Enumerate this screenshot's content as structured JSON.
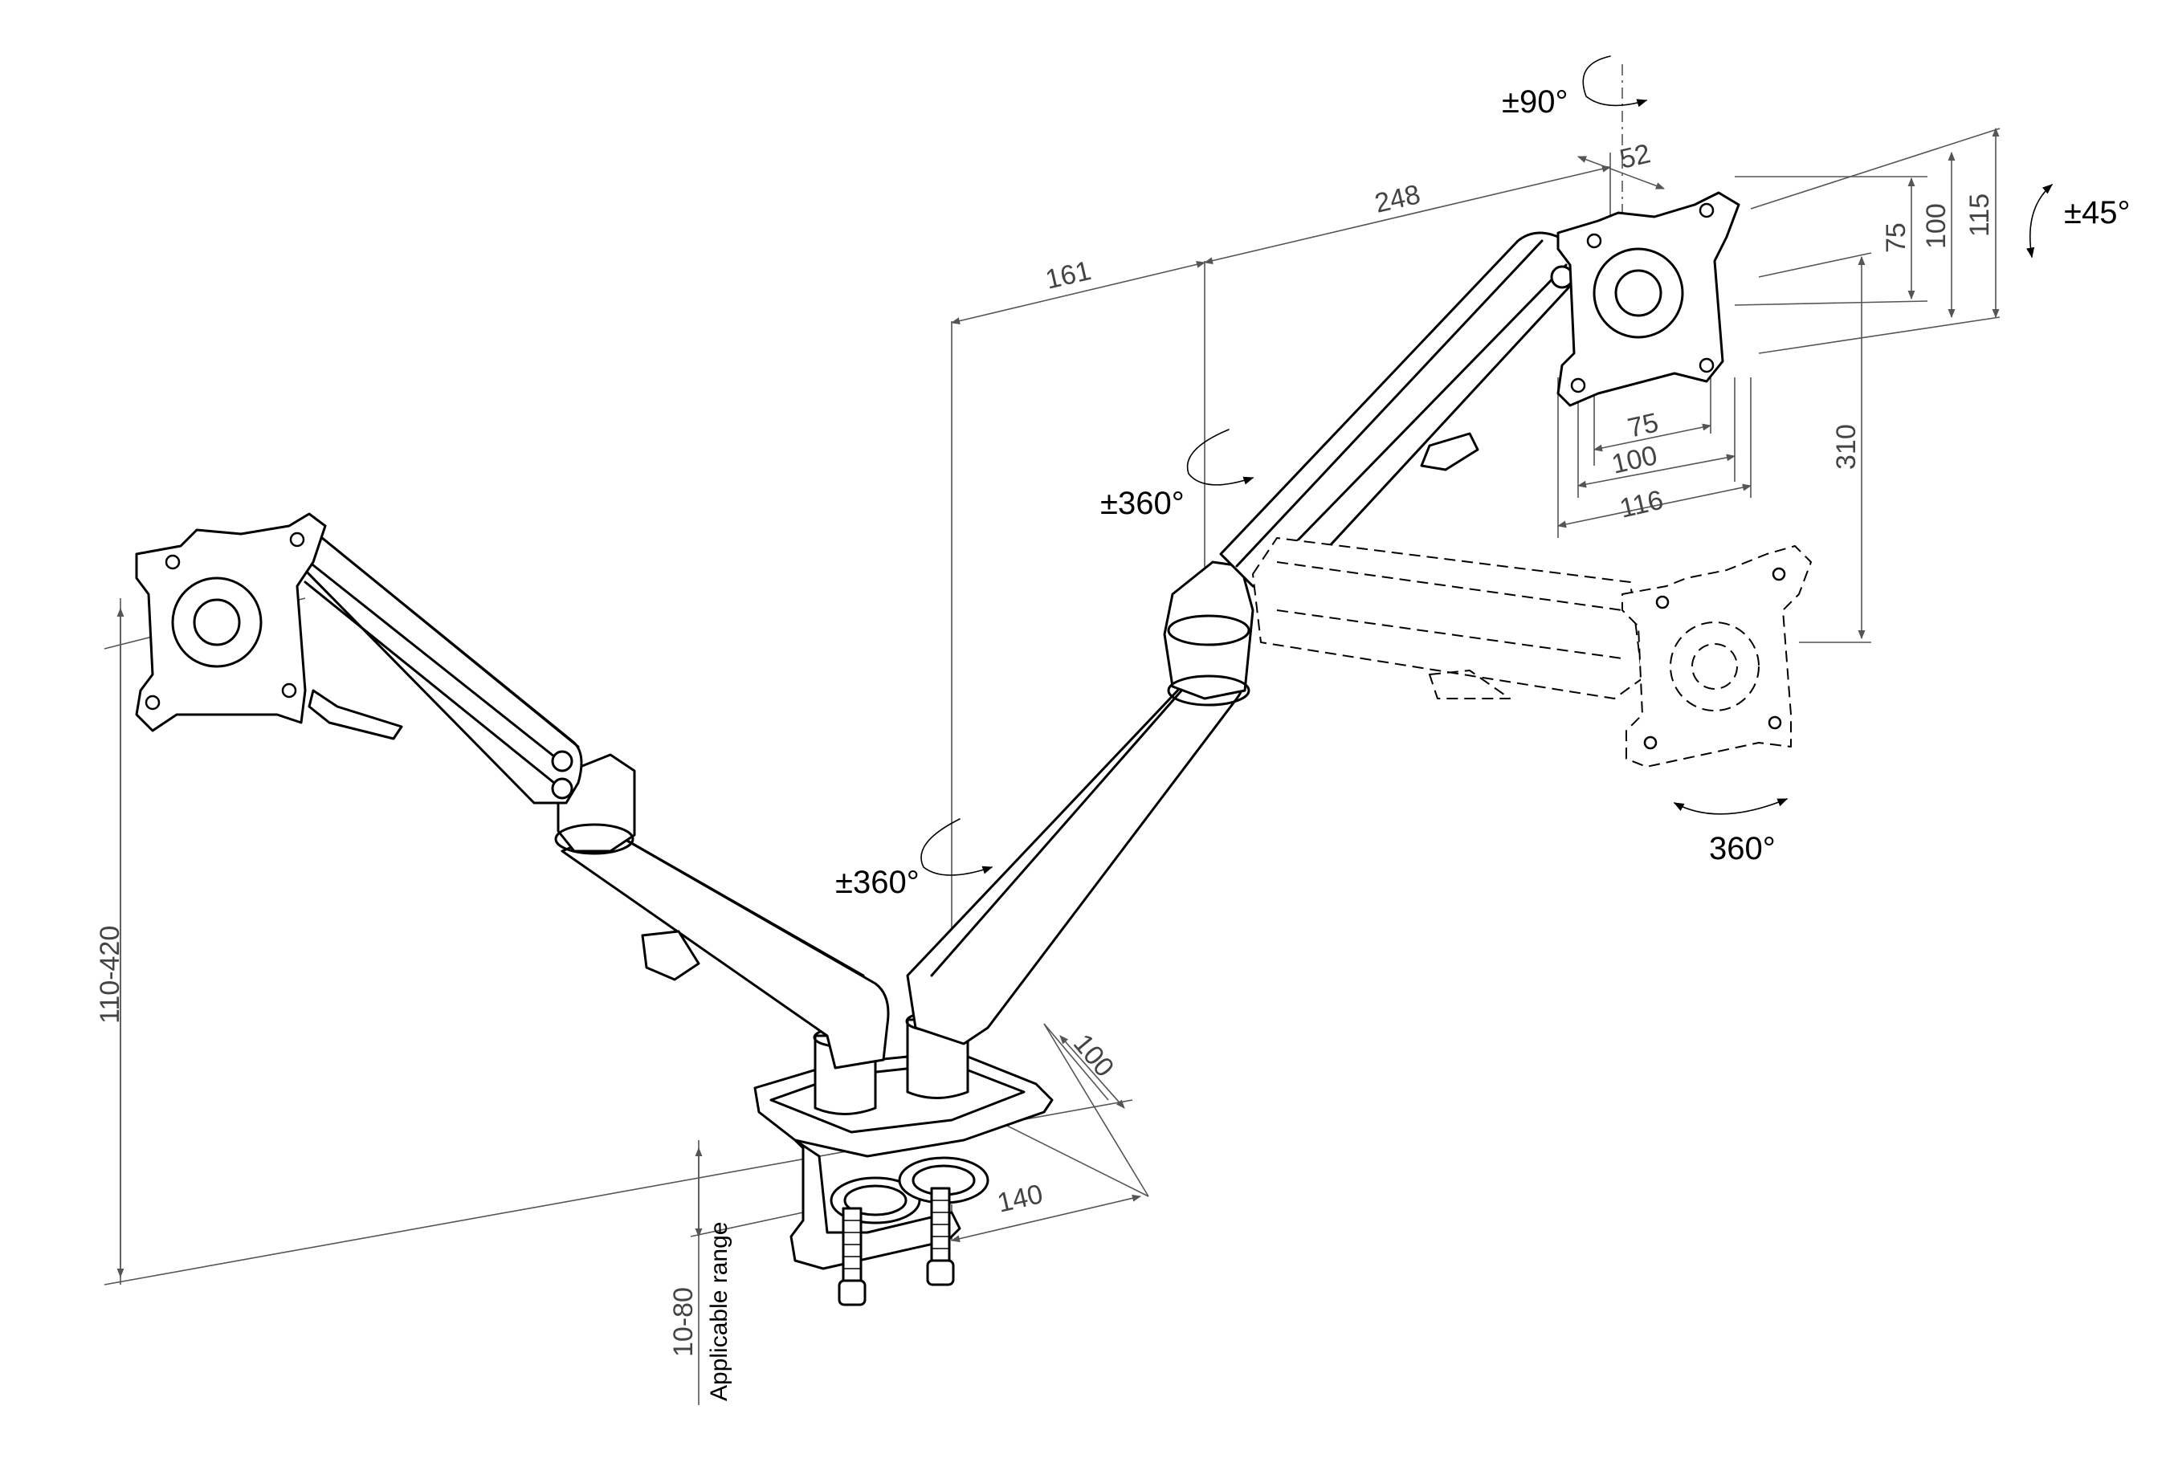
{
  "dimensions": {
    "height_range": "110-420",
    "clamp_range": "10-80",
    "clamp_caption": "Applicable range",
    "base_depth": "100",
    "base_width": "140",
    "arm_lower": "161",
    "arm_upper": "248",
    "tilt_offset": "52",
    "vesa_h_75": "75",
    "vesa_h_100": "100",
    "vesa_h_116": "116",
    "vesa_v_75": "75",
    "vesa_v_100": "100",
    "vesa_v_115": "115",
    "drop": "310"
  },
  "rotations": {
    "tilt": "±90°",
    "swivel": "±45°",
    "pivot_upper": "±360°",
    "pivot_lower": "±360°",
    "rotate_plate": "360°"
  }
}
